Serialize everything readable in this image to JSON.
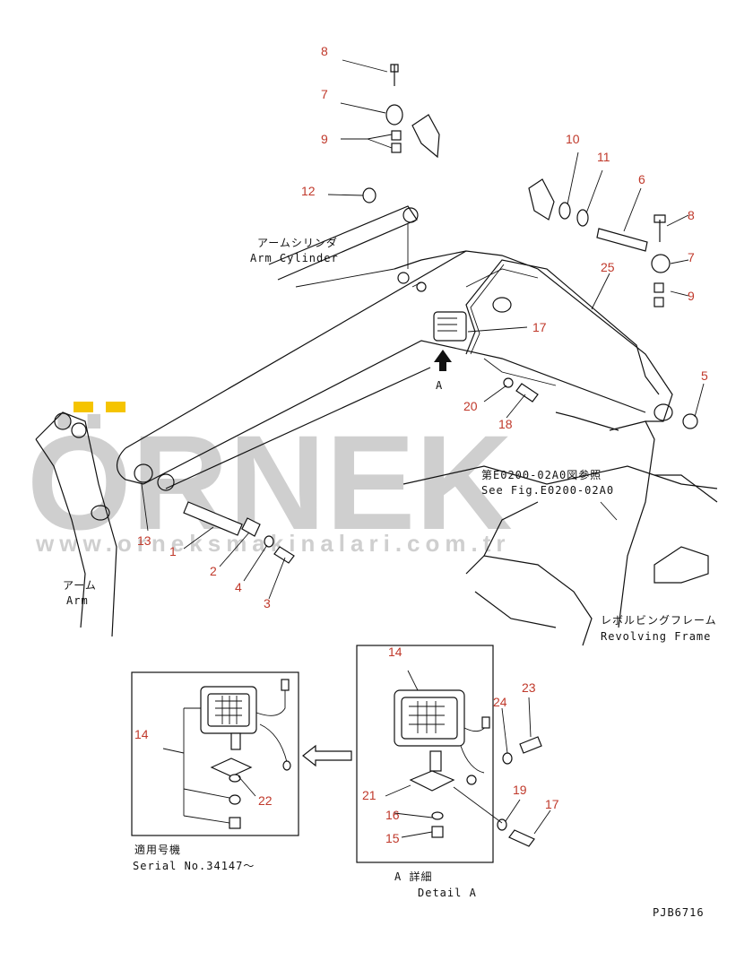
{
  "watermark": {
    "brand": "ÖRNEK",
    "url": "www.orneksmakinalari.com.tr",
    "accent_color": "#f5c400"
  },
  "part_numbers": [
    "1",
    "2",
    "3",
    "4",
    "5",
    "6",
    "7",
    "7",
    "8",
    "8",
    "9",
    "9",
    "10",
    "11",
    "12",
    "13",
    "14",
    "14",
    "15",
    "16",
    "17",
    "17",
    "18",
    "19",
    "20",
    "21",
    "22",
    "23",
    "24",
    "25"
  ],
  "labels": {
    "arm_cylinder_jp": "アームシリンダ",
    "arm_cylinder_en": "Arm Cylinder",
    "see_fig_jp": "第E0200-02A0図参照",
    "see_fig_en": "See Fig.E0200-02A0",
    "arm_jp": "アーム",
    "arm_en": "Arm",
    "revolving_jp": "レボルビングフレーム",
    "revolving_en": "Revolving Frame",
    "view_arrow": "A",
    "serial_jp": "適用号機",
    "serial_en": "Serial No.34147〜",
    "detail_jp": "A 詳細",
    "detail_en": "Detail A",
    "drawing_code": "PJB6716"
  }
}
